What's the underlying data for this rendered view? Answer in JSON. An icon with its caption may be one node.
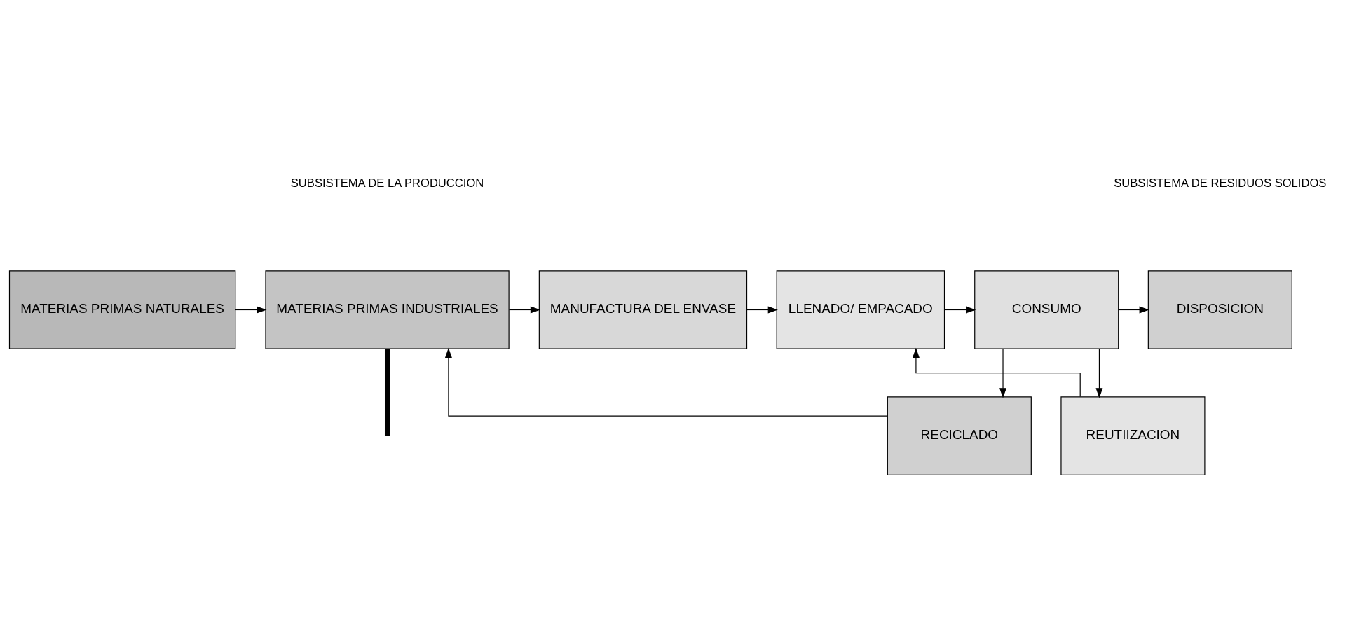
{
  "diagram": {
    "nodes": [
      {
        "text": [
          "MATERIAS PRIMAS NATURALES"
        ]
      },
      {
        "text": [
          "MATERIAS PRIMAS INDUSTRIALES"
        ]
      },
      {
        "text": [
          "MANUFACTURA DEL ENVASE"
        ]
      },
      {
        "text": [
          "LLENADO/ EMPACADO"
        ]
      },
      {
        "text": [
          "CONSUMO"
        ]
      },
      {
        "text": [
          "DISPOSICION"
        ]
      },
      {
        "text": [
          "REUTIIZACION"
        ]
      },
      {
        "text": [
          "RECICLADO"
        ]
      }
    ],
    "edges": [
      {
        "from": 0,
        "to": 1,
        "arrow": "to"
      },
      {
        "from": 1,
        "to": 2,
        "arrow": "to"
      },
      {
        "from": 2,
        "to": 3,
        "arrow": "to"
      },
      {
        "from": 3,
        "to": 4,
        "arrow": "to"
      },
      {
        "from": 4,
        "to": 5,
        "arrow": "to"
      },
      {
        "from": 4,
        "to": 6,
        "arrow": "to"
      },
      {
        "from": 4,
        "to": 7,
        "arrow": "to"
      },
      {
        "from": 6,
        "to": 3,
        "arrow": "to"
      },
      {
        "from": 7,
        "to": 1,
        "arrow": "to"
      },
      {
        "from": 1,
        "to": null,
        "arrow": "none",
        "style": "thick"
      }
    ],
    "labels": [
      "SUBSISTEMA DE LA PRODUCCION",
      "SUBSISTEMA DE RESIDUOS SOLIDOS"
    ]
  }
}
